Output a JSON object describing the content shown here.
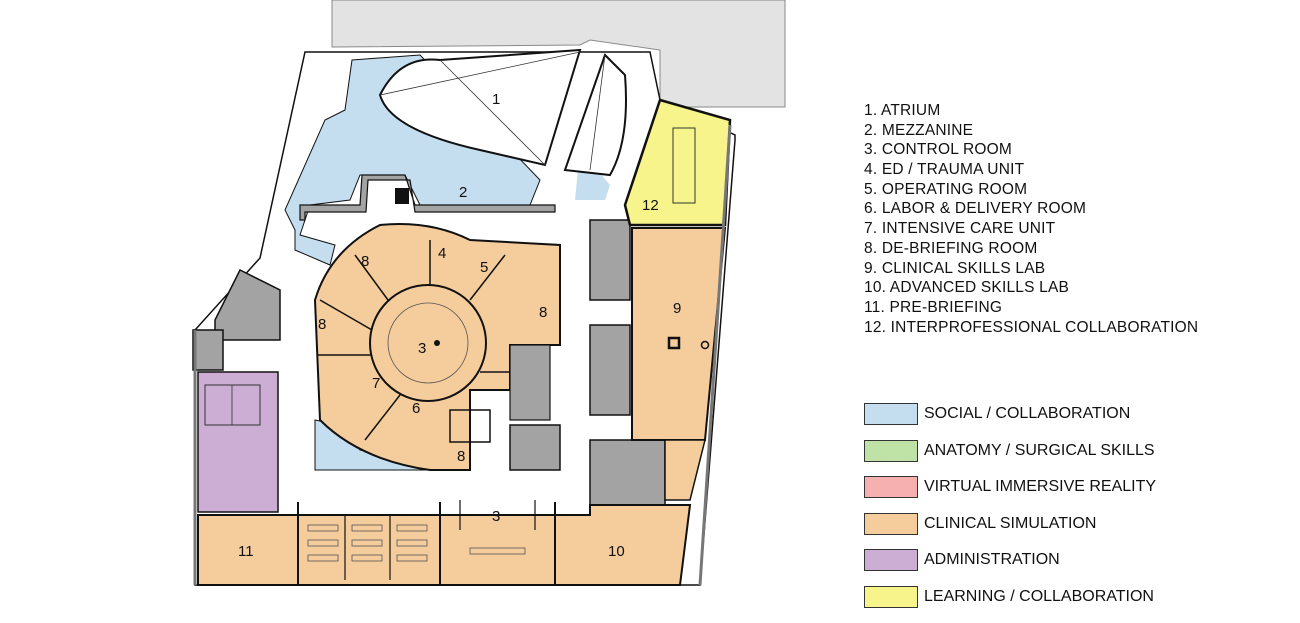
{
  "room_legend": [
    "1.  ATRIUM",
    "2.  MEZZANINE",
    "3.  CONTROL ROOM",
    "4.  ED / TRAUMA UNIT",
    "5.  OPERATING ROOM",
    "6.  LABOR & DELIVERY ROOM",
    "7.  INTENSIVE CARE UNIT",
    "8.  DE-BRIEFING ROOM",
    "9.  CLINICAL SKILLS LAB",
    "10. ADVANCED SKILLS LAB",
    "11. PRE-BRIEFING",
    "12. INTERPROFESSIONAL COLLABORATION"
  ],
  "color_legend": [
    {
      "label": "SOCIAL / COLLABORATION",
      "color": "#c4def0"
    },
    {
      "label": "ANATOMY / SURGICAL SKILLS",
      "color": "#bfe2a6"
    },
    {
      "label": "VIRTUAL IMMERSIVE REALITY",
      "color": "#f6b0b0"
    },
    {
      "label": "CLINICAL SIMULATION",
      "color": "#f5cc9c"
    },
    {
      "label": "ADMINISTRATION",
      "color": "#ccaed4"
    },
    {
      "label": "LEARNING / COLLABORATION",
      "color": "#f6f48a"
    }
  ],
  "room_numbers": {
    "atrium": "1",
    "mezzanine": "2",
    "control_center": "3",
    "control_bottom": "3",
    "ed_trauma": "4",
    "operating": "5",
    "labor_delivery": "6",
    "icu": "7",
    "debrief_a": "8",
    "debrief_b": "8",
    "debrief_c": "8",
    "debrief_d": "8",
    "clinical_skills": "9",
    "advanced_skills": "10",
    "pre_briefing": "11",
    "interprofessional": "12"
  },
  "colors": {
    "wall": "#111111",
    "service_gray": "#a3a3a3",
    "roof_gray": "#e3e3e3"
  }
}
